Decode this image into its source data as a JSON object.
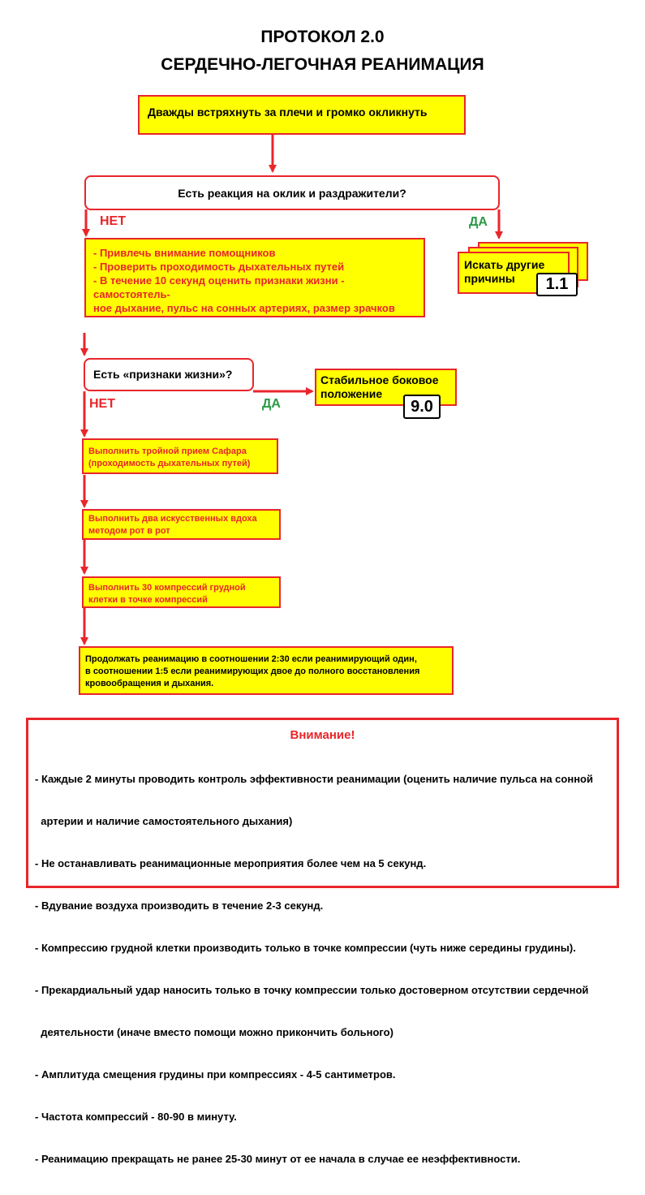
{
  "header": {
    "title_line1": "ПРОТОКОЛ  2.0",
    "title_line2": "СЕРДЕЧНО-ЛЕГОЧНАЯ РЕАНИМАЦИЯ"
  },
  "flow": {
    "step_shake": "Дважды встряхнуть за плечи и громко окликнуть",
    "q_reaction": "Есть реакция на оклик и раздражители?",
    "no_label": "НЕТ",
    "yes_label": "ДА",
    "other_causes": {
      "line1": "Искать другие",
      "line2": "причины",
      "code": "1.1"
    },
    "assess": [
      "- Привлечь внимание помощников",
      "- Проверить проходимость дыхательных путей",
      "- В течение 10 секунд оценить признаки жизни - самостоятель-",
      "ное дыхание, пульс на сонных артериях, размер зрачков"
    ],
    "q_signs": "Есть «признаки жизни»?",
    "lateral": {
      "line1": "Стабильное боковое",
      "line2": "положение",
      "code": "9.0"
    },
    "safar": [
      "Выполнить тройной прием Сафара",
      "(проходимость дыхательных путей)"
    ],
    "breaths": [
      "Выполнить два искусственных вдоха",
      "методом рот в рот"
    ],
    "compress": [
      "Выполнить 30 компрессий грудной",
      "клетки в точке компрессий"
    ],
    "continue": [
      "Продолжать реанимацию в соотношении 2:30 если реанимирующий один,",
      "в соотношении 1:5 если реанимирующих двое до полного восстановления",
      "кровообращения и дыхания."
    ]
  },
  "warning": {
    "title": "Внимание!",
    "lines": [
      "- Каждые 2 минуты проводить контроль эффективности реанимации (оценить наличие пульса на сонной",
      "  артерии и наличие самостоятельного дыхания)",
      "- Не останавливать реанимационные мероприятия более чем на 5 секунд.",
      "- Вдувание воздуха производить в течение 2-3 секунд.",
      "- Компрессию грудной клетки производить только в точке компрессии (чуть ниже середины грудины).",
      "- Прекардиальный удар наносить только в точку компрессии только достоверном отсутствии сердечной",
      "  деятельности (иначе вместо помощи можно прикончить больного)",
      "- Амплитуда смещения грудины при компрессиях - 4-5 сантиметров.",
      "- Частота компрессий - 80-90 в минуту.",
      "- Реанимацию прекращать не ранее 25-30 минут от ее начала в случае ее неэффективности."
    ]
  },
  "colors": {
    "accent_red": "#e8262b",
    "box_yellow": "#ffff00",
    "yes_green": "#2a9a46"
  }
}
